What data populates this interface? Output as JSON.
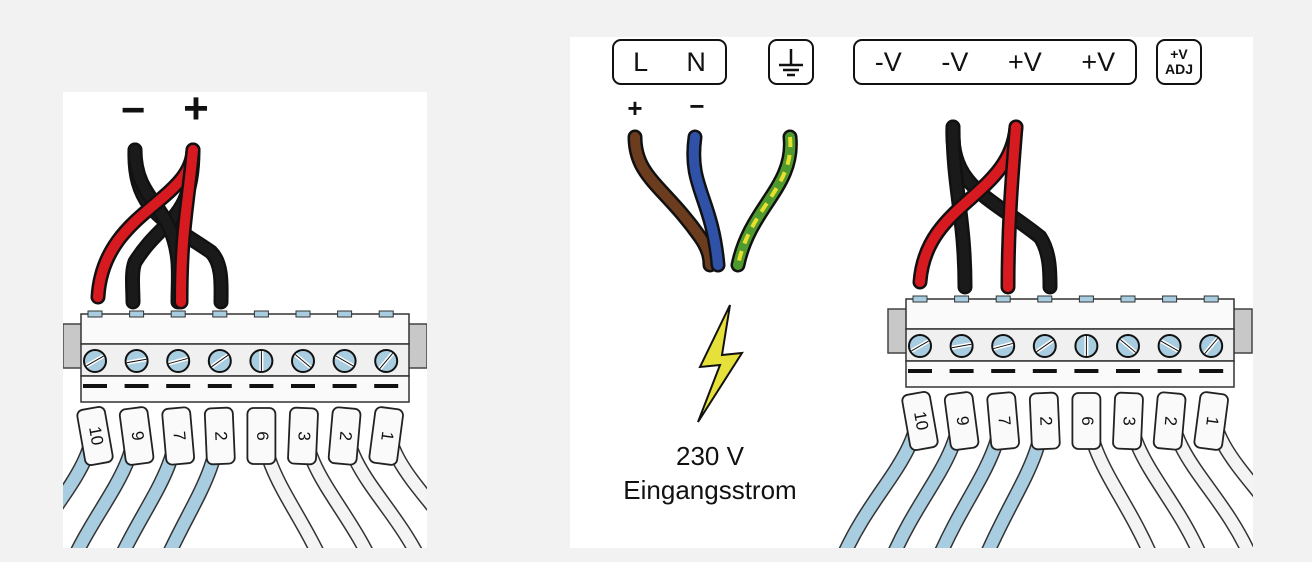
{
  "left_panel": {
    "polarity_minus": "−",
    "polarity_plus": "+"
  },
  "right_panel": {
    "mains_labels": [
      "L",
      "N"
    ],
    "ground_symbol": "ground-icon",
    "output_labels": [
      "-V",
      "-V",
      "+V",
      "+V"
    ],
    "adj_label_top": "+V",
    "adj_label_bottom": "ADJ",
    "wire_polarity_plus": "+",
    "wire_polarity_minus": "−",
    "caption_voltage": "230 V",
    "caption_text": "Eingangsstrom"
  },
  "terminal_numbers": [
    "10",
    "9",
    "7",
    "2",
    "6",
    "3",
    "2",
    "1"
  ],
  "colors": {
    "red_wire": "#d71920",
    "black_wire": "#1a1a1a",
    "brown_wire": "#6b3d1e",
    "blue_wire": "#2f52a8",
    "green_yellow_wire": "#4f9a2f",
    "lightning": "#e6e13a",
    "light_blue_cable": "#a9cde0"
  }
}
